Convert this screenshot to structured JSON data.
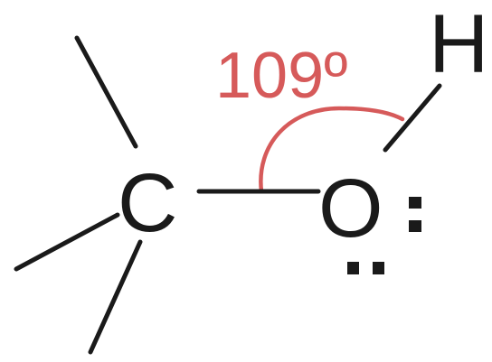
{
  "diagram": {
    "angle_label": "109º",
    "atoms": {
      "carbon": "C",
      "oxygen": "O",
      "hydrogen": "H"
    },
    "lone_pairs_on_oxygen": 2,
    "colors": {
      "bond": "#1a1a1a",
      "angle": "#d65a5a",
      "background": "#ffffff"
    }
  }
}
